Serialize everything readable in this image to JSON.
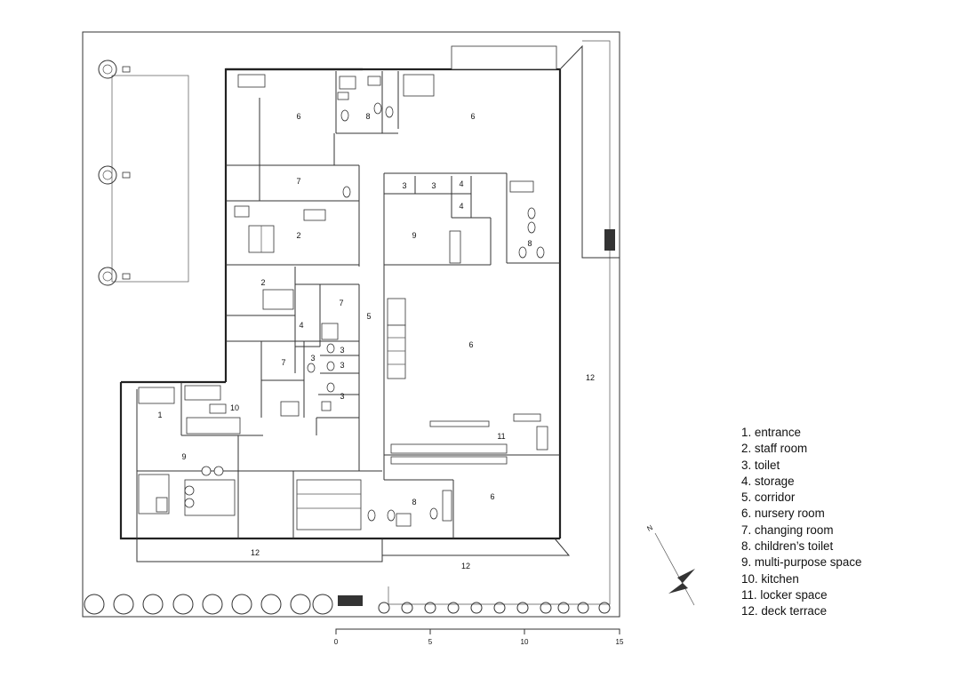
{
  "legend": [
    "1. entrance",
    "2. staff room",
    "3. toilet",
    "4. storage",
    "5. corridor",
    "6. nursery room",
    "7. changing room",
    "8. children’s toilet",
    "9. multi-purpose space",
    "10. kitchen",
    "11. locker space",
    "12. deck terrace"
  ],
  "room_numbers": [
    "1",
    "2",
    "3",
    "4",
    "5",
    "6",
    "7",
    "8",
    "9",
    "10",
    "11",
    "12"
  ],
  "scale_labels": [
    "0",
    "5",
    "10",
    "15"
  ],
  "north_label": "N"
}
